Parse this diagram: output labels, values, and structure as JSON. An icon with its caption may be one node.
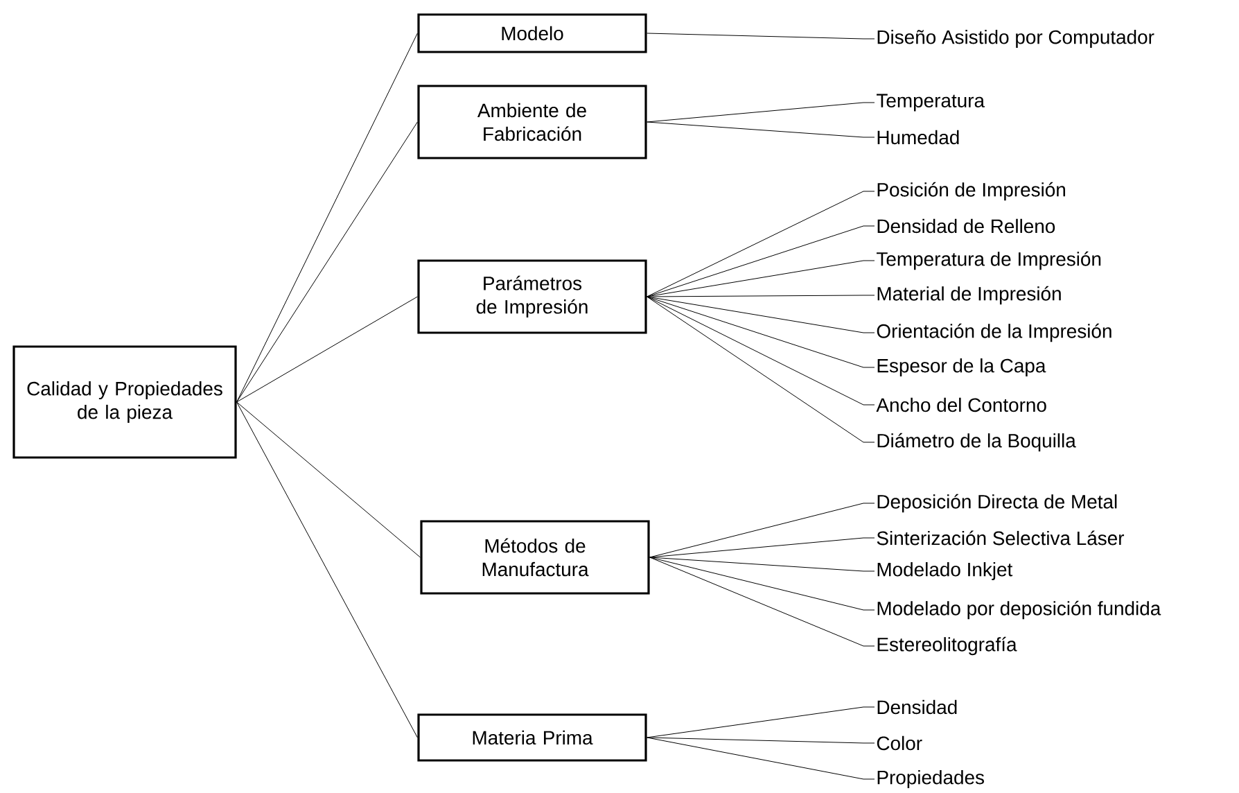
{
  "diagram": {
    "nodes": [
      {
        "text": [
          "Calidad y Propiedades de la pieza"
        ]
      },
      {
        "text": [
          "Modelo"
        ]
      },
      {
        "text": [
          "Ambiente de Fabricación"
        ]
      },
      {
        "text": [
          "Parámetros de Impresión"
        ]
      },
      {
        "text": [
          "Métodos de Manufactura"
        ]
      },
      {
        "text": [
          "Materia Prima"
        ]
      },
      {
        "text": [
          "Diseño Asistido por Computador"
        ]
      },
      {
        "text": [
          "Temperatura"
        ]
      },
      {
        "text": [
          "Humedad"
        ]
      },
      {
        "text": [
          "Posición de Impresión"
        ]
      },
      {
        "text": [
          "Densidad de Relleno"
        ]
      },
      {
        "text": [
          "Temperatura de Impresión"
        ]
      },
      {
        "text": [
          "Material de Impresión"
        ]
      },
      {
        "text": [
          "Orientación de la Impresión"
        ]
      },
      {
        "text": [
          "Espesor de la Capa"
        ]
      },
      {
        "text": [
          "Ancho del Contorno"
        ]
      },
      {
        "text": [
          "Diámetro de la Boquilla"
        ]
      },
      {
        "text": [
          "Deposición Directa de Metal"
        ]
      },
      {
        "text": [
          "Sinterización Selectiva Láser"
        ]
      },
      {
        "text": [
          "Modelado Inkjet"
        ]
      },
      {
        "text": [
          "Modelado por deposición fundida"
        ]
      },
      {
        "text": [
          "Estereolitografía"
        ]
      },
      {
        "text": [
          "Densidad"
        ]
      },
      {
        "text": [
          "Color"
        ]
      },
      {
        "text": [
          "Propiedades"
        ]
      }
    ],
    "edges": [
      {
        "from": 0,
        "to": 1,
        "arrow": "none"
      },
      {
        "from": 0,
        "to": 2,
        "arrow": "none"
      },
      {
        "from": 0,
        "to": 3,
        "arrow": "none"
      },
      {
        "from": 0,
        "to": 4,
        "arrow": "none"
      },
      {
        "from": 0,
        "to": 5,
        "arrow": "none"
      },
      {
        "from": 1,
        "to": 6,
        "arrow": "none"
      },
      {
        "from": 2,
        "to": 7,
        "arrow": "none"
      },
      {
        "from": 2,
        "to": 8,
        "arrow": "none"
      },
      {
        "from": 3,
        "to": 9,
        "arrow": "none"
      },
      {
        "from": 3,
        "to": 10,
        "arrow": "none"
      },
      {
        "from": 3,
        "to": 11,
        "arrow": "none"
      },
      {
        "from": 3,
        "to": 12,
        "arrow": "none"
      },
      {
        "from": 3,
        "to": 13,
        "arrow": "none"
      },
      {
        "from": 3,
        "to": 14,
        "arrow": "none"
      },
      {
        "from": 3,
        "to": 15,
        "arrow": "none"
      },
      {
        "from": 3,
        "to": 16,
        "arrow": "none"
      },
      {
        "from": 4,
        "to": 17,
        "arrow": "none"
      },
      {
        "from": 4,
        "to": 18,
        "arrow": "none"
      },
      {
        "from": 4,
        "to": 19,
        "arrow": "none"
      },
      {
        "from": 4,
        "to": 20,
        "arrow": "none"
      },
      {
        "from": 4,
        "to": 21,
        "arrow": "none"
      },
      {
        "from": 5,
        "to": 22,
        "arrow": "none"
      },
      {
        "from": 5,
        "to": 23,
        "arrow": "none"
      },
      {
        "from": 5,
        "to": 24,
        "arrow": "none"
      }
    ]
  }
}
